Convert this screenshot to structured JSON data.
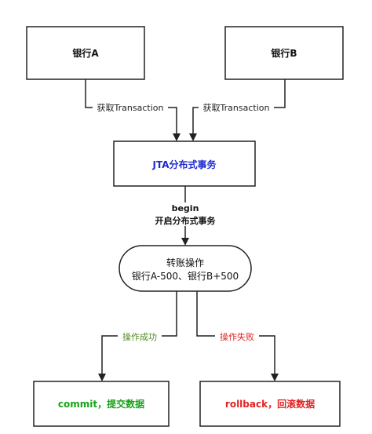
{
  "nodes": {
    "bank_a": {
      "label": "银行A"
    },
    "bank_b": {
      "label": "银行B"
    },
    "jta": {
      "label": "JTA分布式事务",
      "color": "#1f2ad1"
    },
    "transfer": {
      "line1": "转账操作",
      "line2": "银行A-500、银行B+500"
    },
    "commit": {
      "label": "commit，提交数据",
      "color": "#18a318"
    },
    "rollback": {
      "label": "rollback，回滚数据",
      "color": "#e22222"
    }
  },
  "edges": {
    "a_to_jta": {
      "label": "获取Transaction"
    },
    "b_to_jta": {
      "label": "获取Transaction"
    },
    "begin": {
      "line1": "begin",
      "line2": "开启分布式事务"
    },
    "success": {
      "label": "操作成功",
      "color": "#4f8a1f"
    },
    "failure": {
      "label": "操作失败",
      "color": "#e22222"
    }
  },
  "colors": {
    "stroke": "#222222",
    "text": "#111111"
  }
}
